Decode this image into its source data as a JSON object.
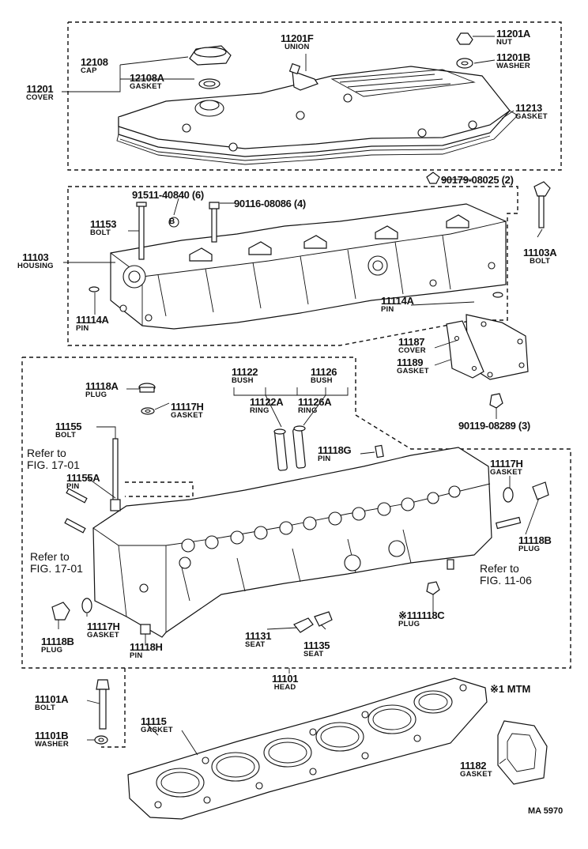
{
  "parts": {
    "p11201F": {
      "num": "11201F",
      "desc": "UNION"
    },
    "p11201A": {
      "num": "11201A",
      "desc": "NUT"
    },
    "p11201B": {
      "num": "11201B",
      "desc": "WASHER"
    },
    "p12108": {
      "num": "12108",
      "desc": "CAP"
    },
    "p12108A": {
      "num": "12108A",
      "desc": "GASKET"
    },
    "p11201": {
      "num": "11201",
      "desc": "COVER"
    },
    "p11213": {
      "num": "11213",
      "desc": "GASKET"
    },
    "p90179": {
      "num": "90179-08025 (2)"
    },
    "p91511": {
      "num": "91511-40840 (6)"
    },
    "p90116": {
      "num": "90116-08086 (4)"
    },
    "p11153": {
      "num": "11153",
      "desc": "BOLT"
    },
    "p11103": {
      "num": "11103",
      "desc": "HOUSING"
    },
    "p11103A": {
      "num": "11103A",
      "desc": "BOLT"
    },
    "p11114A_r": {
      "num": "11114A",
      "desc": "PIN"
    },
    "p11114A_l": {
      "num": "11114A",
      "desc": "PIN"
    },
    "p11187": {
      "num": "11187",
      "desc": "COVER"
    },
    "p11189": {
      "num": "11189",
      "desc": "GASKET"
    },
    "p90119": {
      "num": "90119-08289 (3)"
    },
    "p11122": {
      "num": "11122",
      "desc": "BUSH"
    },
    "p11126": {
      "num": "11126",
      "desc": "BUSH"
    },
    "p11122A": {
      "num": "11122A",
      "desc": "RING"
    },
    "p11126A": {
      "num": "11126A",
      "desc": "RING"
    },
    "p11118A": {
      "num": "11118A",
      "desc": "PLUG"
    },
    "p11117H_t": {
      "num": "11117H",
      "desc": "GASKET"
    },
    "p11155": {
      "num": "11155",
      "desc": "BOLT"
    },
    "p11155A": {
      "num": "11155A",
      "desc": "PIN"
    },
    "p11118G": {
      "num": "11118G",
      "desc": "PIN"
    },
    "p11117H_r": {
      "num": "11117H",
      "desc": "GASKET"
    },
    "p11118B_r": {
      "num": "11118B",
      "desc": "PLUG"
    },
    "p11118B_l": {
      "num": "11118B",
      "desc": "PLUG"
    },
    "p11117H_l": {
      "num": "11117H",
      "desc": "GASKET"
    },
    "p11118H": {
      "num": "11118H",
      "desc": "PIN"
    },
    "p11131": {
      "num": "11131",
      "desc": "SEAT"
    },
    "p11135": {
      "num": "11135",
      "desc": "SEAT"
    },
    "p111118C": {
      "num": "※111118C",
      "desc": "PLUG"
    },
    "p11101": {
      "num": "11101",
      "desc": "HEAD"
    },
    "p11101A": {
      "num": "11101A",
      "desc": "BOLT"
    },
    "p11101B": {
      "num": "11101B",
      "desc": "WASHER"
    },
    "p11115": {
      "num": "11115",
      "desc": "GASKET"
    },
    "p11182": {
      "num": "11182",
      "desc": "GASKET"
    }
  },
  "refs": {
    "ref_1701_top": "Refer to\nFIG. 17-01",
    "ref_1701_bot": "Refer to\nFIG. 17-01",
    "ref_1106": "Refer to\nFIG. 11-06"
  },
  "footnote": "※1 MTM",
  "drawing_code": "MA 5970",
  "bolt_marker": "B"
}
